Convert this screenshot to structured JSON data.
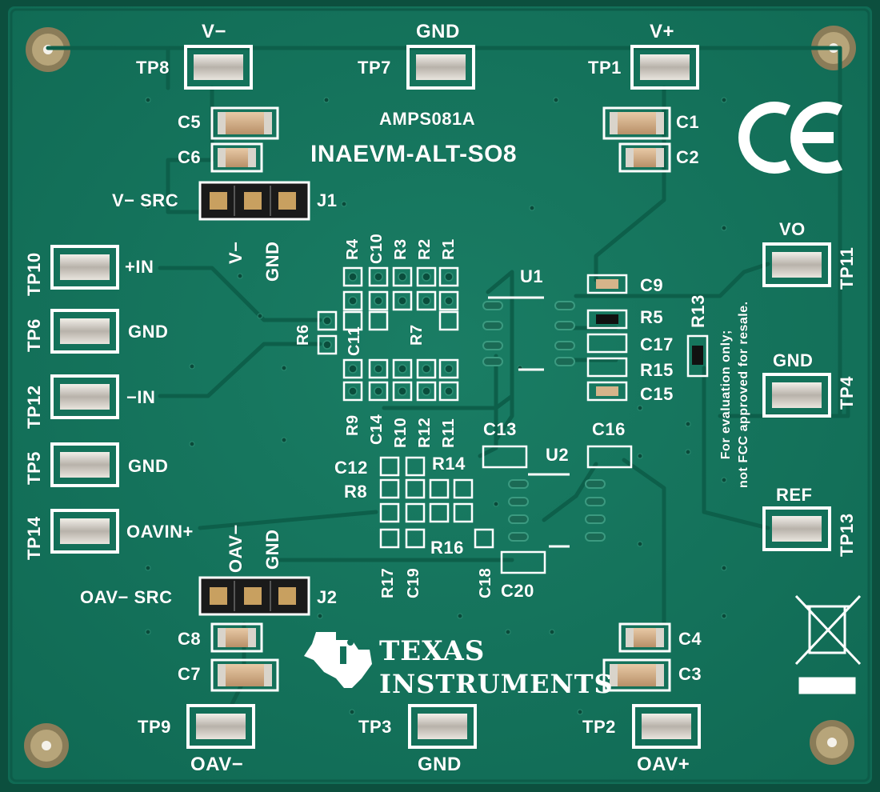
{
  "board": {
    "title": "INAEVM-ALT-SO8",
    "part_number": "AMPS081A",
    "manufacturer_line1": "TEXAS",
    "manufacturer_line2": "INSTRUMENTS",
    "ce_mark": "CE",
    "disclaimer_line1": "For evaluation only;",
    "disclaimer_line2": "not FCC approved for resale.",
    "colors": {
      "board": "#13705a",
      "edge": "#0c4f3e",
      "silk": "#ffffff",
      "pad": "#d9d2c6",
      "trace": "#0e5f4b"
    }
  },
  "test_points": {
    "tp8": {
      "id": "TP8",
      "net": "V−"
    },
    "tp7": {
      "id": "TP7",
      "net": "GND"
    },
    "tp1": {
      "id": "TP1",
      "net": "V+"
    },
    "tp10": {
      "id": "TP10",
      "net": "+IN"
    },
    "tp6": {
      "id": "TP6",
      "net": "GND"
    },
    "tp12": {
      "id": "TP12",
      "net": "−IN"
    },
    "tp5": {
      "id": "TP5",
      "net": "GND"
    },
    "tp14": {
      "id": "TP14",
      "net": "OAVIN+"
    },
    "tp11": {
      "id": "TP11",
      "net": "VO"
    },
    "tp4": {
      "id": "TP4",
      "net": "GND"
    },
    "tp13": {
      "id": "TP13",
      "net": "REF"
    },
    "tp9": {
      "id": "TP9",
      "net": "OAV−"
    },
    "tp3": {
      "id": "TP3",
      "net": "GND"
    },
    "tp2": {
      "id": "TP2",
      "net": "OAV+"
    }
  },
  "jumpers": {
    "j1": {
      "id": "J1",
      "left": "V− SRC",
      "mid": "V−",
      "right": "GND"
    },
    "j2": {
      "id": "J2",
      "left": "OAV− SRC",
      "mid": "OAV−",
      "right": "GND"
    }
  },
  "components": {
    "c1": "C1",
    "c2": "C2",
    "c3": "C3",
    "c4": "C4",
    "c5": "C5",
    "c6": "C6",
    "c7": "C7",
    "c8": "C8",
    "c9": "C9",
    "c10": "C10",
    "c11": "C11",
    "c12": "C12",
    "c13": "C13",
    "c14": "C14",
    "c15": "C15",
    "c16": "C16",
    "c17": "C17",
    "c18": "C18",
    "c19": "C19",
    "c20": "C20",
    "r1": "R1",
    "r2": "R2",
    "r3": "R3",
    "r4": "R4",
    "r5": "R5",
    "r6": "R6",
    "r7": "R7",
    "r8": "R8",
    "r9": "R9",
    "r10": "R10",
    "r11": "R11",
    "r12": "R12",
    "r13": "R13",
    "r14": "R14",
    "r15": "R15",
    "r16": "R16",
    "r17": "R17",
    "u1": "U1",
    "u2": "U2"
  }
}
